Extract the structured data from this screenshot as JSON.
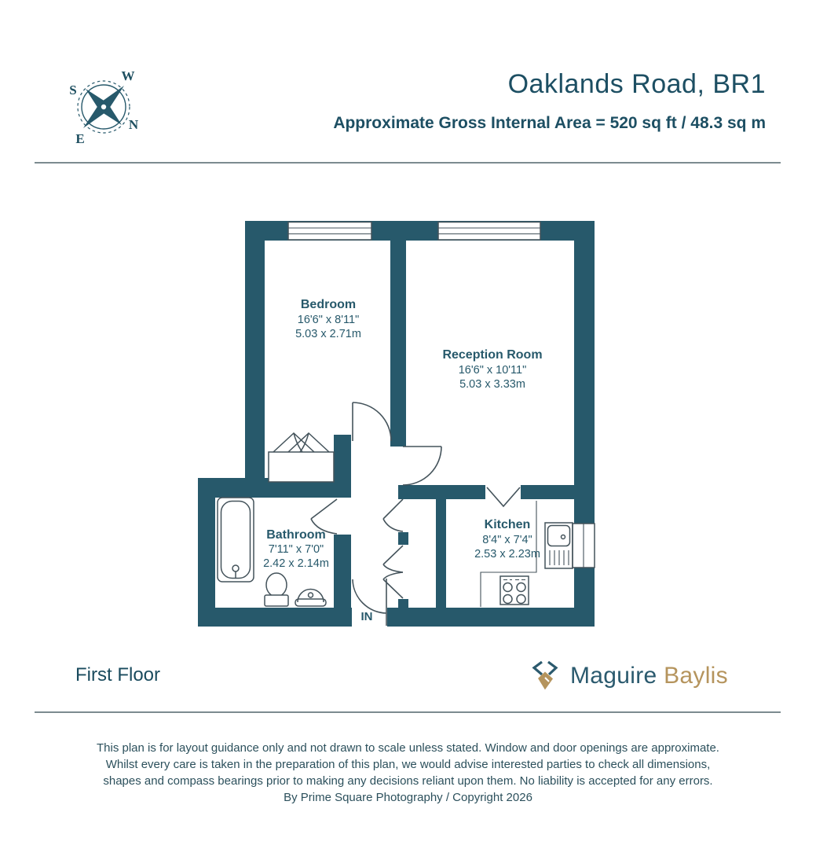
{
  "header": {
    "title": "Oaklands Road, BR1",
    "subtitle": "Approximate Gross Internal Area = 520 sq ft / 48.3 sq m"
  },
  "compass": {
    "north": "N",
    "south": "S",
    "east": "E",
    "west": "W"
  },
  "plan": {
    "entrance_label": "IN",
    "rooms": {
      "bedroom": {
        "name": "Bedroom",
        "imperial": "16'6\" x 8'11\"",
        "metric": "5.03 x 2.71m"
      },
      "reception": {
        "name": "Reception Room",
        "imperial": "16'6\" x 10'11\"",
        "metric": "5.03 x 3.33m"
      },
      "bathroom": {
        "name": "Bathroom",
        "imperial": "7'11\" x 7'0\"",
        "metric": "2.42 x 2.14m"
      },
      "kitchen": {
        "name": "Kitchen",
        "imperial": "8'4\" x 7'4\"",
        "metric": "2.53 x 2.23m"
      }
    }
  },
  "footer": {
    "floor_label": "First Floor",
    "brand_primary": "Maguire",
    "brand_secondary": "Baylis",
    "disclaimer_lines": [
      "This plan is for layout guidance only and not drawn to scale unless stated. Window and door openings are approximate.",
      "Whilst every care is taken in the preparation of this plan, we would advise interested parties to check all dimensions,",
      "shapes and compass bearings prior to making any decisions reliant upon them. No liability is accepted for any errors.",
      "By Prime Square Photography / Copyright 2026"
    ]
  },
  "colors": {
    "wall_teal": "#27596B",
    "text_teal": "#1D4F63",
    "fixture_outline": "#44535B",
    "brand_gold": "#B5945D",
    "divider_gray": "#7C8B90"
  }
}
